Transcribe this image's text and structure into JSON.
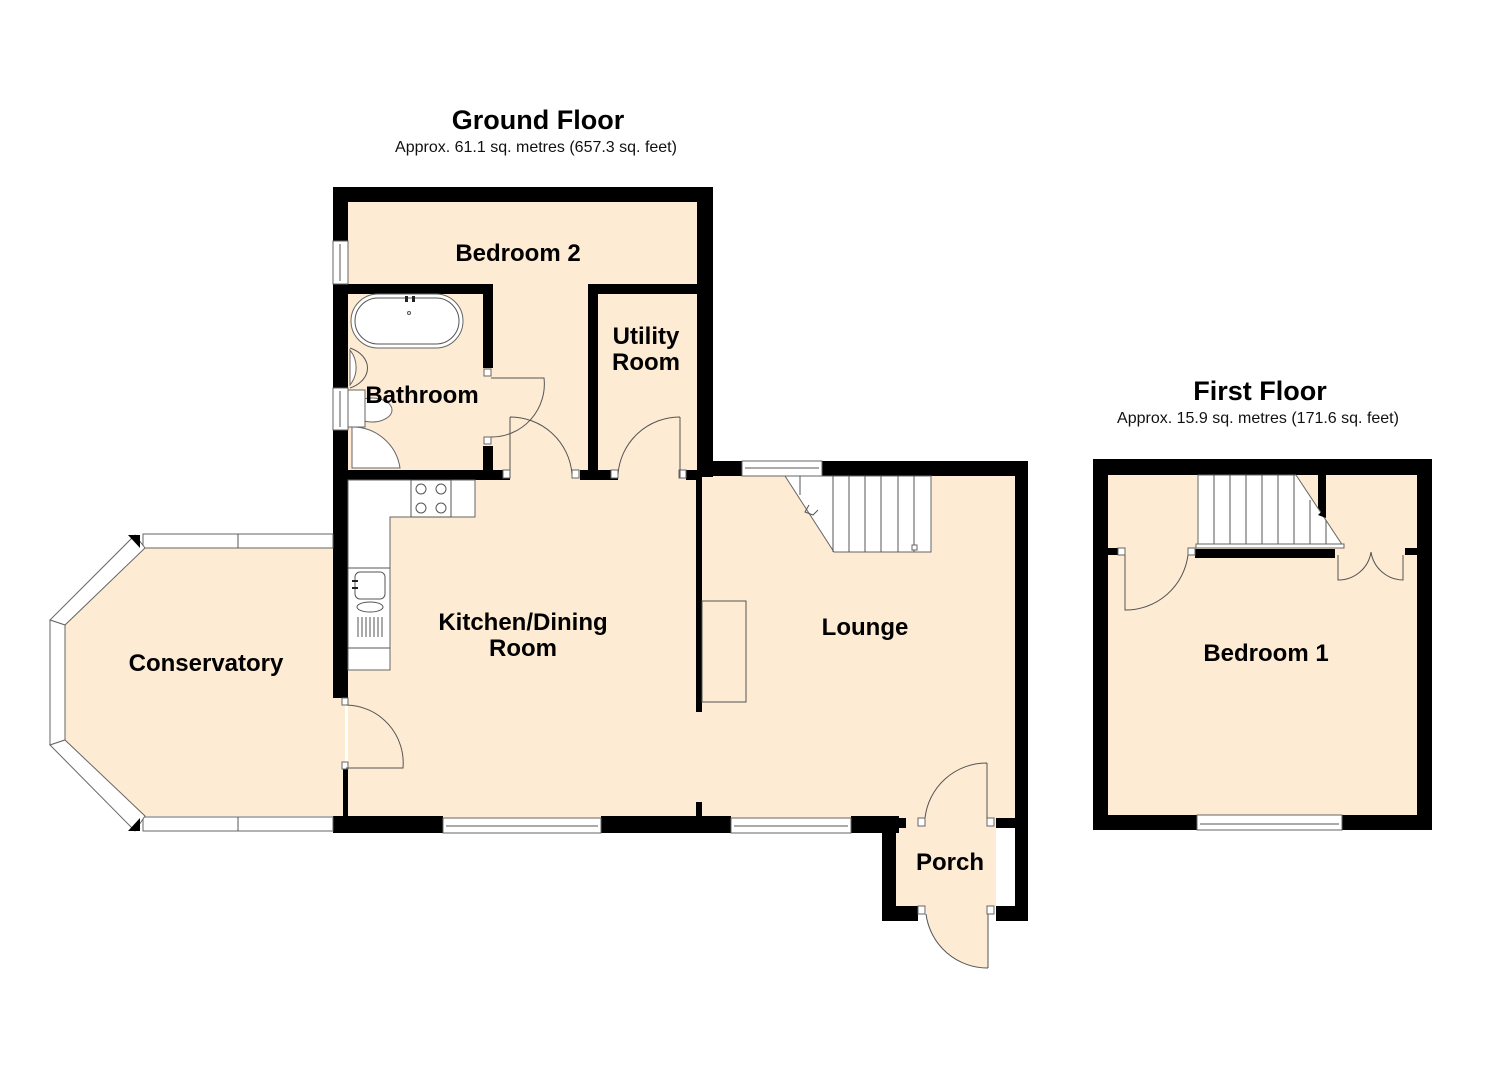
{
  "ground_floor": {
    "title": "Ground Floor",
    "area": "Approx. 61.1 sq. metres (657.3 sq. feet)",
    "rooms": {
      "bedroom2": "Bedroom 2",
      "utility_line1": "Utility",
      "utility_line2": "Room",
      "bathroom": "Bathroom",
      "conservatory": "Conservatory",
      "kitchen_line1": "Kitchen/Dining",
      "kitchen_line2": "Room",
      "lounge": "Lounge",
      "porch": "Porch"
    }
  },
  "first_floor": {
    "title": "First Floor",
    "area": "Approx. 15.9 sq. metres (171.6 sq. feet)",
    "rooms": {
      "bedroom1": "Bedroom 1"
    }
  },
  "colors": {
    "floor": "#fdebd3",
    "wall": "#000000",
    "background": "#ffffff"
  }
}
